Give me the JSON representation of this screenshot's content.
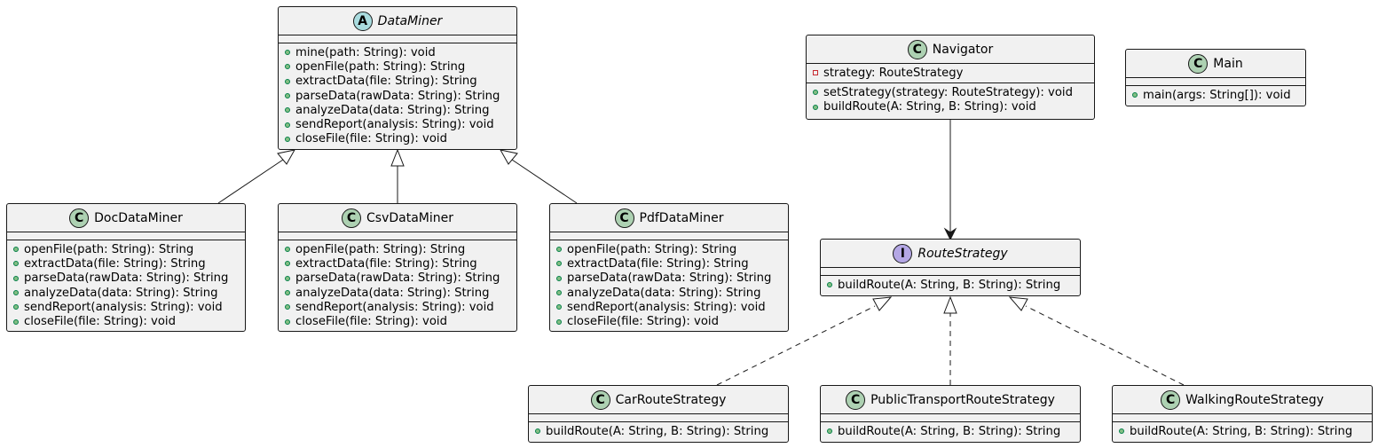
{
  "classes": [
    {
      "id": "dataminer",
      "name": "DataMiner",
      "stereotype": "abstract",
      "badge": "A",
      "fields": [],
      "methods": [
        {
          "vis": "public",
          "text": "mine(path: String): void"
        },
        {
          "vis": "public",
          "text": "openFile(path: String): String"
        },
        {
          "vis": "public",
          "text": "extractData(file: String): String"
        },
        {
          "vis": "public",
          "text": "parseData(rawData: String): String"
        },
        {
          "vis": "public",
          "text": "analyzeData(data: String): String"
        },
        {
          "vis": "public",
          "text": "sendReport(analysis: String): void"
        },
        {
          "vis": "public",
          "text": "closeFile(file: String): void"
        }
      ]
    },
    {
      "id": "docdataminer",
      "name": "DocDataMiner",
      "stereotype": "class",
      "badge": "C",
      "fields": [],
      "methods": [
        {
          "vis": "public",
          "text": "openFile(path: String): String"
        },
        {
          "vis": "public",
          "text": "extractData(file: String): String"
        },
        {
          "vis": "public",
          "text": "parseData(rawData: String): String"
        },
        {
          "vis": "public",
          "text": "analyzeData(data: String): String"
        },
        {
          "vis": "public",
          "text": "sendReport(analysis: String): void"
        },
        {
          "vis": "public",
          "text": "closeFile(file: String): void"
        }
      ]
    },
    {
      "id": "csvdataminer",
      "name": "CsvDataMiner",
      "stereotype": "class",
      "badge": "C",
      "fields": [],
      "methods": [
        {
          "vis": "public",
          "text": "openFile(path: String): String"
        },
        {
          "vis": "public",
          "text": "extractData(file: String): String"
        },
        {
          "vis": "public",
          "text": "parseData(rawData: String): String"
        },
        {
          "vis": "public",
          "text": "analyzeData(data: String): String"
        },
        {
          "vis": "public",
          "text": "sendReport(analysis: String): void"
        },
        {
          "vis": "public",
          "text": "closeFile(file: String): void"
        }
      ]
    },
    {
      "id": "pdfdataminer",
      "name": "PdfDataMiner",
      "stereotype": "class",
      "badge": "C",
      "fields": [],
      "methods": [
        {
          "vis": "public",
          "text": "openFile(path: String): String"
        },
        {
          "vis": "public",
          "text": "extractData(file: String): String"
        },
        {
          "vis": "public",
          "text": "parseData(rawData: String): String"
        },
        {
          "vis": "public",
          "text": "analyzeData(data: String): String"
        },
        {
          "vis": "public",
          "text": "sendReport(analysis: String): void"
        },
        {
          "vis": "public",
          "text": "closeFile(file: String): void"
        }
      ]
    },
    {
      "id": "navigator",
      "name": "Navigator",
      "stereotype": "class",
      "badge": "C",
      "fields": [
        {
          "vis": "private",
          "text": "strategy: RouteStrategy"
        }
      ],
      "methods": [
        {
          "vis": "public",
          "text": "setStrategy(strategy: RouteStrategy): void"
        },
        {
          "vis": "public",
          "text": "buildRoute(A: String, B: String): void"
        }
      ]
    },
    {
      "id": "main",
      "name": "Main",
      "stereotype": "class",
      "badge": "C",
      "fields": [],
      "methods": [
        {
          "vis": "public",
          "text": "main(args: String[]): void"
        }
      ]
    },
    {
      "id": "routestrategy",
      "name": "RouteStrategy",
      "stereotype": "interface",
      "badge": "I",
      "fields": [],
      "methods": [
        {
          "vis": "public",
          "text": "buildRoute(A: String, B: String): String"
        }
      ]
    },
    {
      "id": "carroutestrategy",
      "name": "CarRouteStrategy",
      "stereotype": "class",
      "badge": "C",
      "fields": [],
      "methods": [
        {
          "vis": "public",
          "text": "buildRoute(A: String, B: String): String"
        }
      ]
    },
    {
      "id": "publictransportroutestrategy",
      "name": "PublicTransportRouteStrategy",
      "stereotype": "class",
      "badge": "C",
      "fields": [],
      "methods": [
        {
          "vis": "public",
          "text": "buildRoute(A: String, B: String): String"
        }
      ]
    },
    {
      "id": "walkingroutestrategy",
      "name": "WalkingRouteStrategy",
      "stereotype": "class",
      "badge": "C",
      "fields": [],
      "methods": [
        {
          "vis": "public",
          "text": "buildRoute(A: String, B: String): String"
        }
      ]
    }
  ],
  "relations": [
    {
      "type": "extends",
      "from": "docdataminer",
      "to": "dataminer"
    },
    {
      "type": "extends",
      "from": "csvdataminer",
      "to": "dataminer"
    },
    {
      "type": "extends",
      "from": "pdfdataminer",
      "to": "dataminer"
    },
    {
      "type": "association",
      "from": "navigator",
      "to": "routestrategy"
    },
    {
      "type": "implements",
      "from": "carroutestrategy",
      "to": "routestrategy"
    },
    {
      "type": "implements",
      "from": "publictransportroutestrategy",
      "to": "routestrategy"
    },
    {
      "type": "implements",
      "from": "walkingroutestrategy",
      "to": "routestrategy"
    }
  ],
  "colors": {
    "box_fill": "#f1f1f1",
    "line": "#181818",
    "class_badge": "#add1b2",
    "abstract_badge": "#a9dcdf",
    "interface_badge": "#b4a7e5",
    "public_marker": "#84be84",
    "private_marker": "#c82930"
  }
}
